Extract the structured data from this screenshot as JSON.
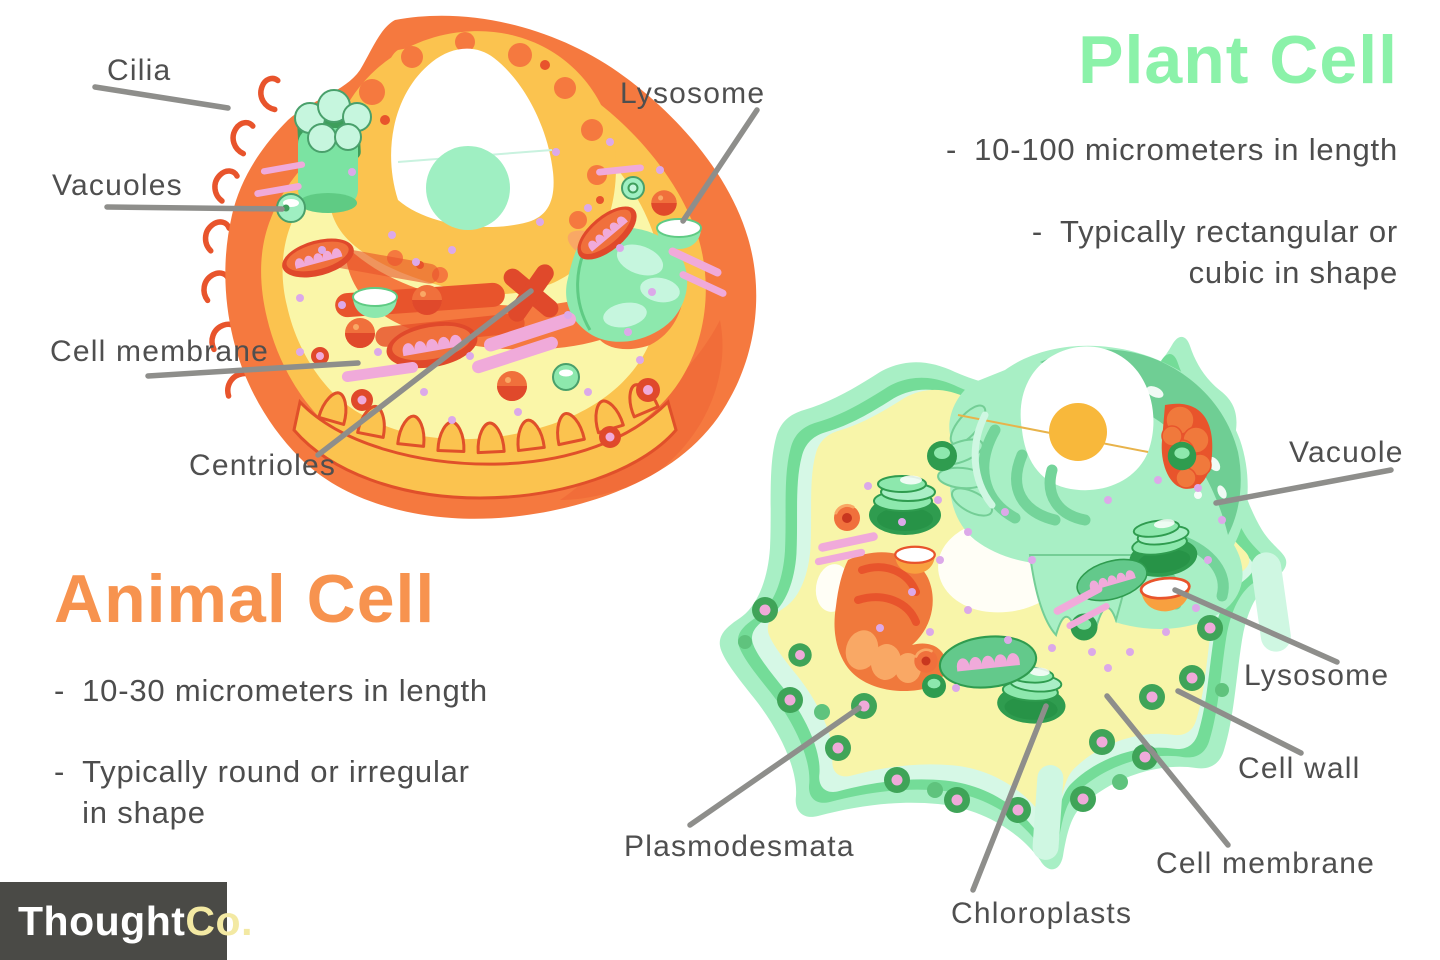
{
  "plant": {
    "title": "Plant Cell",
    "bullets": [
      {
        "dash": "-",
        "text": "10-100 micrometers in length"
      },
      {
        "dash": "-",
        "text": "Typically rectangular or\ncubic in shape"
      }
    ]
  },
  "animal": {
    "title": "Animal Cell",
    "bullets": [
      {
        "dash": "-",
        "text": "10-30 micrometers in length"
      },
      {
        "dash": "-",
        "text": "Typically round or irregular\nin shape"
      }
    ]
  },
  "labels": {
    "animal_cilia": "Cilia",
    "animal_vacuoles": "Vacuoles",
    "animal_cell_membrane": "Cell membrane",
    "animal_centrioles": "Centrioles",
    "animal_lysosome": "Lysosome",
    "plant_vacuole": "Vacuole",
    "plant_lysosome": "Lysosome",
    "plant_cell_wall": "Cell wall",
    "plant_cell_membrane": "Cell membrane",
    "plant_chloroplasts": "Chloroplasts",
    "plant_plasmodesmata": "Plasmodesmata"
  },
  "logo": {
    "primary": "Thought",
    "secondary": "Co."
  },
  "colors": {
    "accent_orange": "#F7934F",
    "accent_mint": "#8BF2A9",
    "text": "#4D4D4D",
    "label_text": "#4F4F4F",
    "leader_line": "#8E8E8B",
    "logo_bg": "#4A4A46",
    "logo_accent": "#F3E9A3"
  },
  "palette": {
    "animal_membrane": "#F5793F",
    "animal_membrane_dark": "#E8542C",
    "animal_ring": "#FBC34F",
    "animal_cytoplasm": "#FAF6A8",
    "mint_light": "#C6F6DE",
    "mint": "#9FEFC2",
    "green_mid": "#63C98B",
    "plant_wall": "#A8EFC5",
    "plant_wall_green": "#74DC98",
    "plant_cytoplasm": "#F8F5A9",
    "chloroplast_dark": "#2F9C4F",
    "nucleolus_orange": "#F8B83B",
    "pink": "#F0AADA",
    "purple_dot": "#DCA9E9"
  }
}
